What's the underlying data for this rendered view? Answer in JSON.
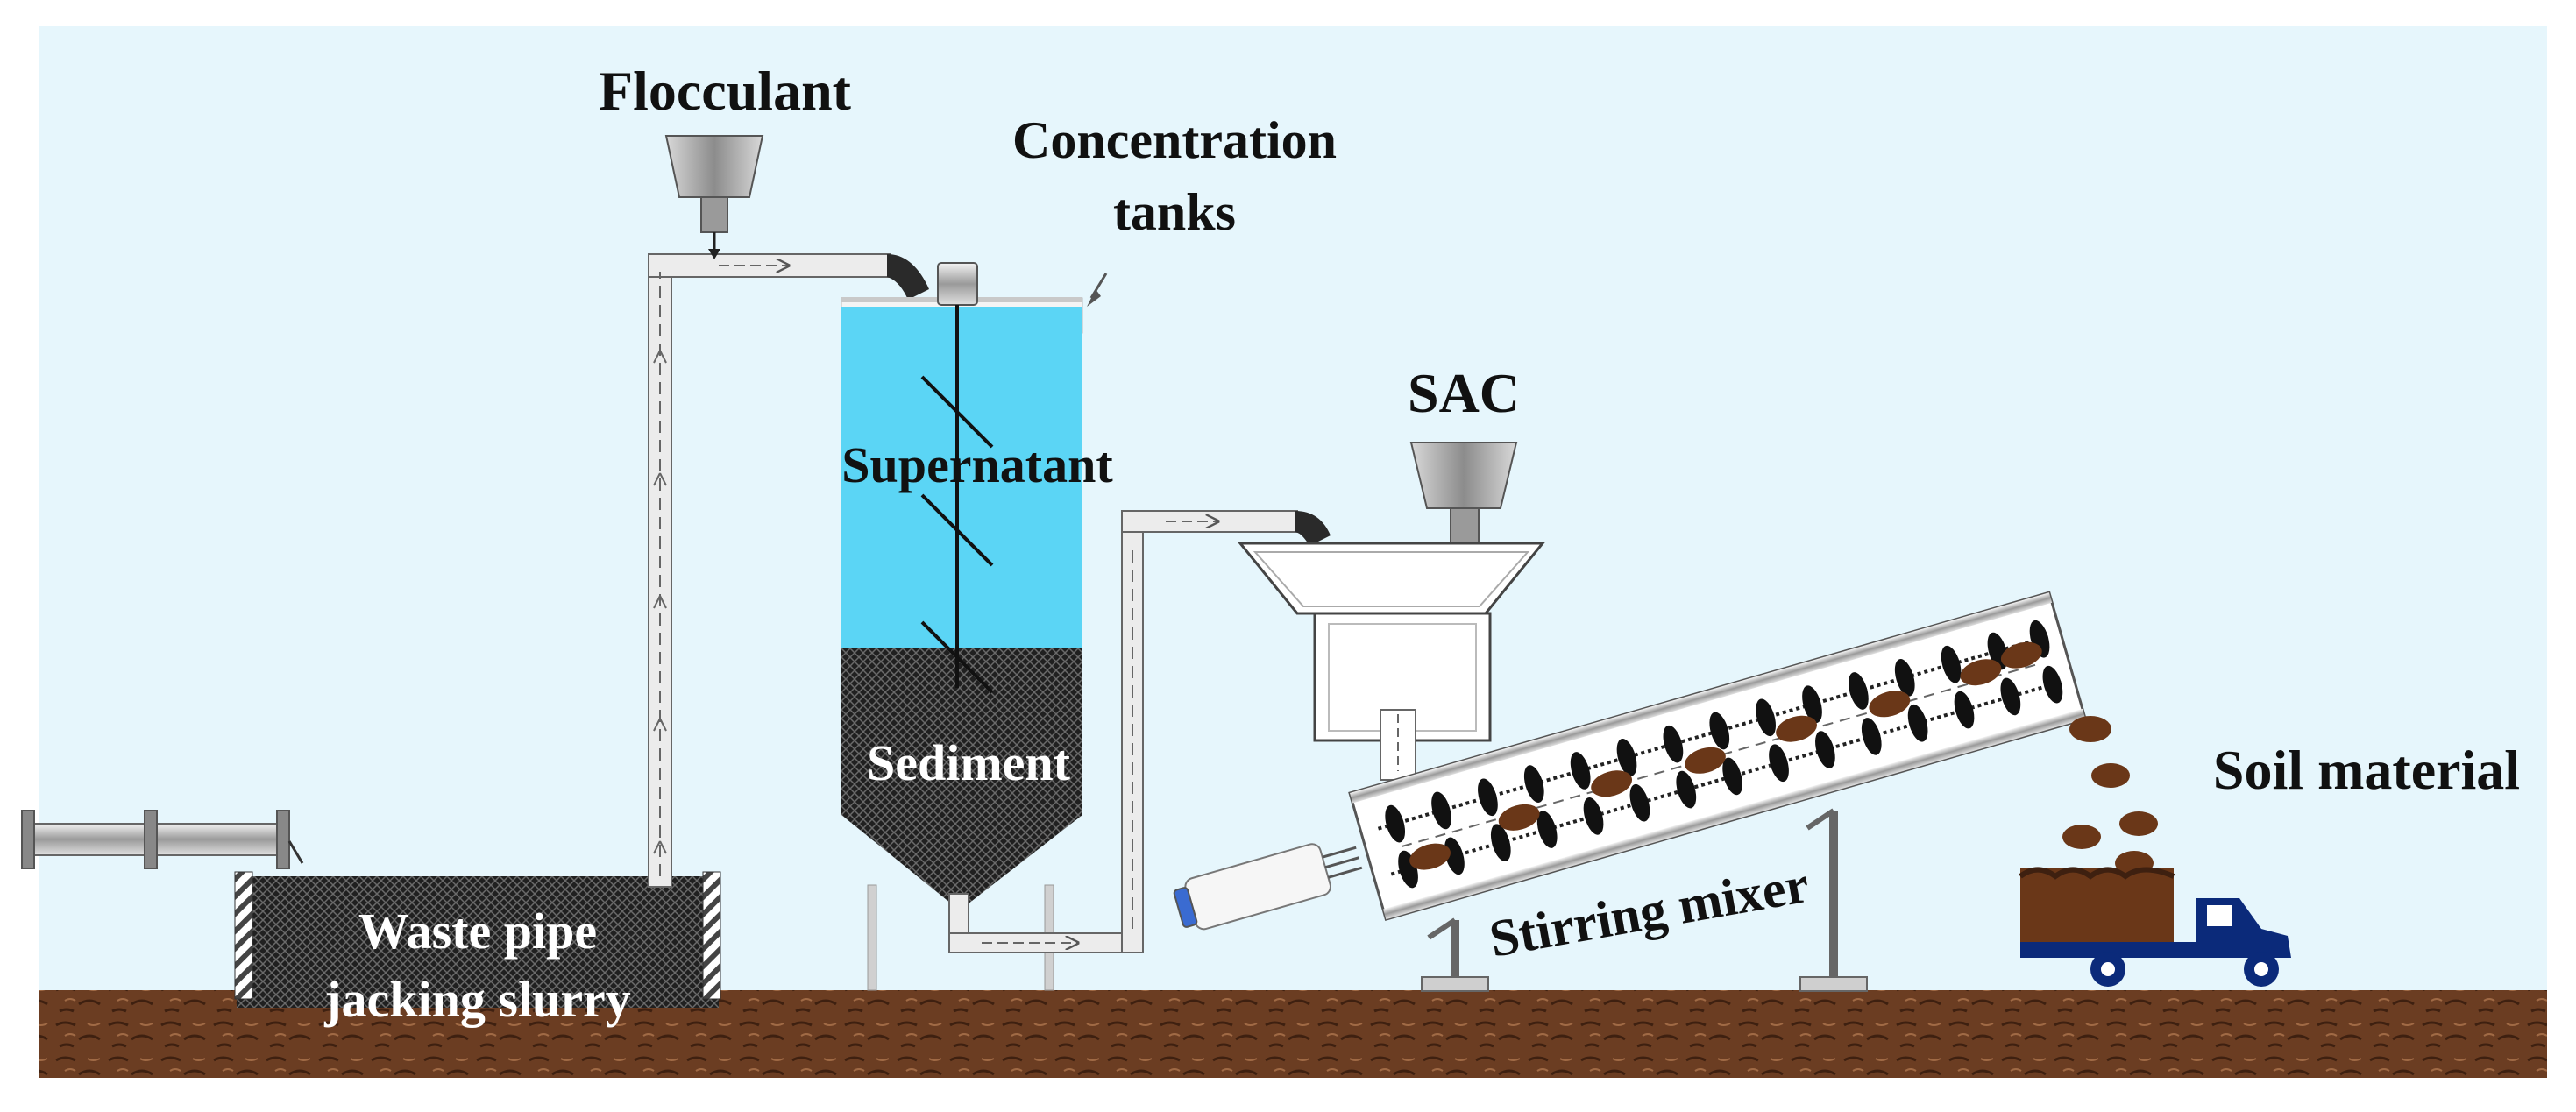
{
  "labels": {
    "flocculant": "Flocculant",
    "concentration_line1": "Concentration",
    "concentration_line2": "tanks",
    "supernatant": "Supernatant",
    "sediment": "Sediment",
    "sac": "SAC",
    "soil_material": "Soil material",
    "stirring_mixer": "Stirring mixer",
    "slurry_line1": "Waste pipe",
    "slurry_line2": "jacking slurry"
  },
  "colors": {
    "sky": "#e6f6fc",
    "water": "#5bd5f5",
    "sediment": "#1a1a1a",
    "ground": "#6b3d22",
    "pipe": "#e4e4e4",
    "truck": "#0b2a7a",
    "soil_clump": "#6a3718"
  }
}
